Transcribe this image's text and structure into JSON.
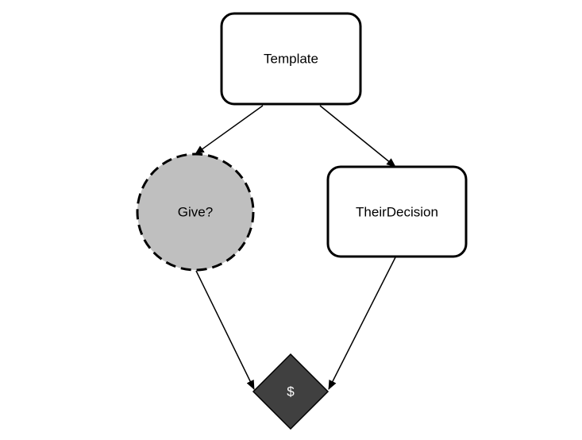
{
  "nodes": {
    "template": {
      "label": "Template"
    },
    "give": {
      "label": "Give?"
    },
    "their_decision": {
      "label": "TheirDecision"
    },
    "utility": {
      "label": "$"
    }
  },
  "colors": {
    "background": "#ffffff",
    "stroke": "#000000",
    "decision_fill": "#bfbfbf",
    "utility_fill": "#404040",
    "chance_fill": "#ffffff",
    "utility_text": "#ffffff"
  }
}
